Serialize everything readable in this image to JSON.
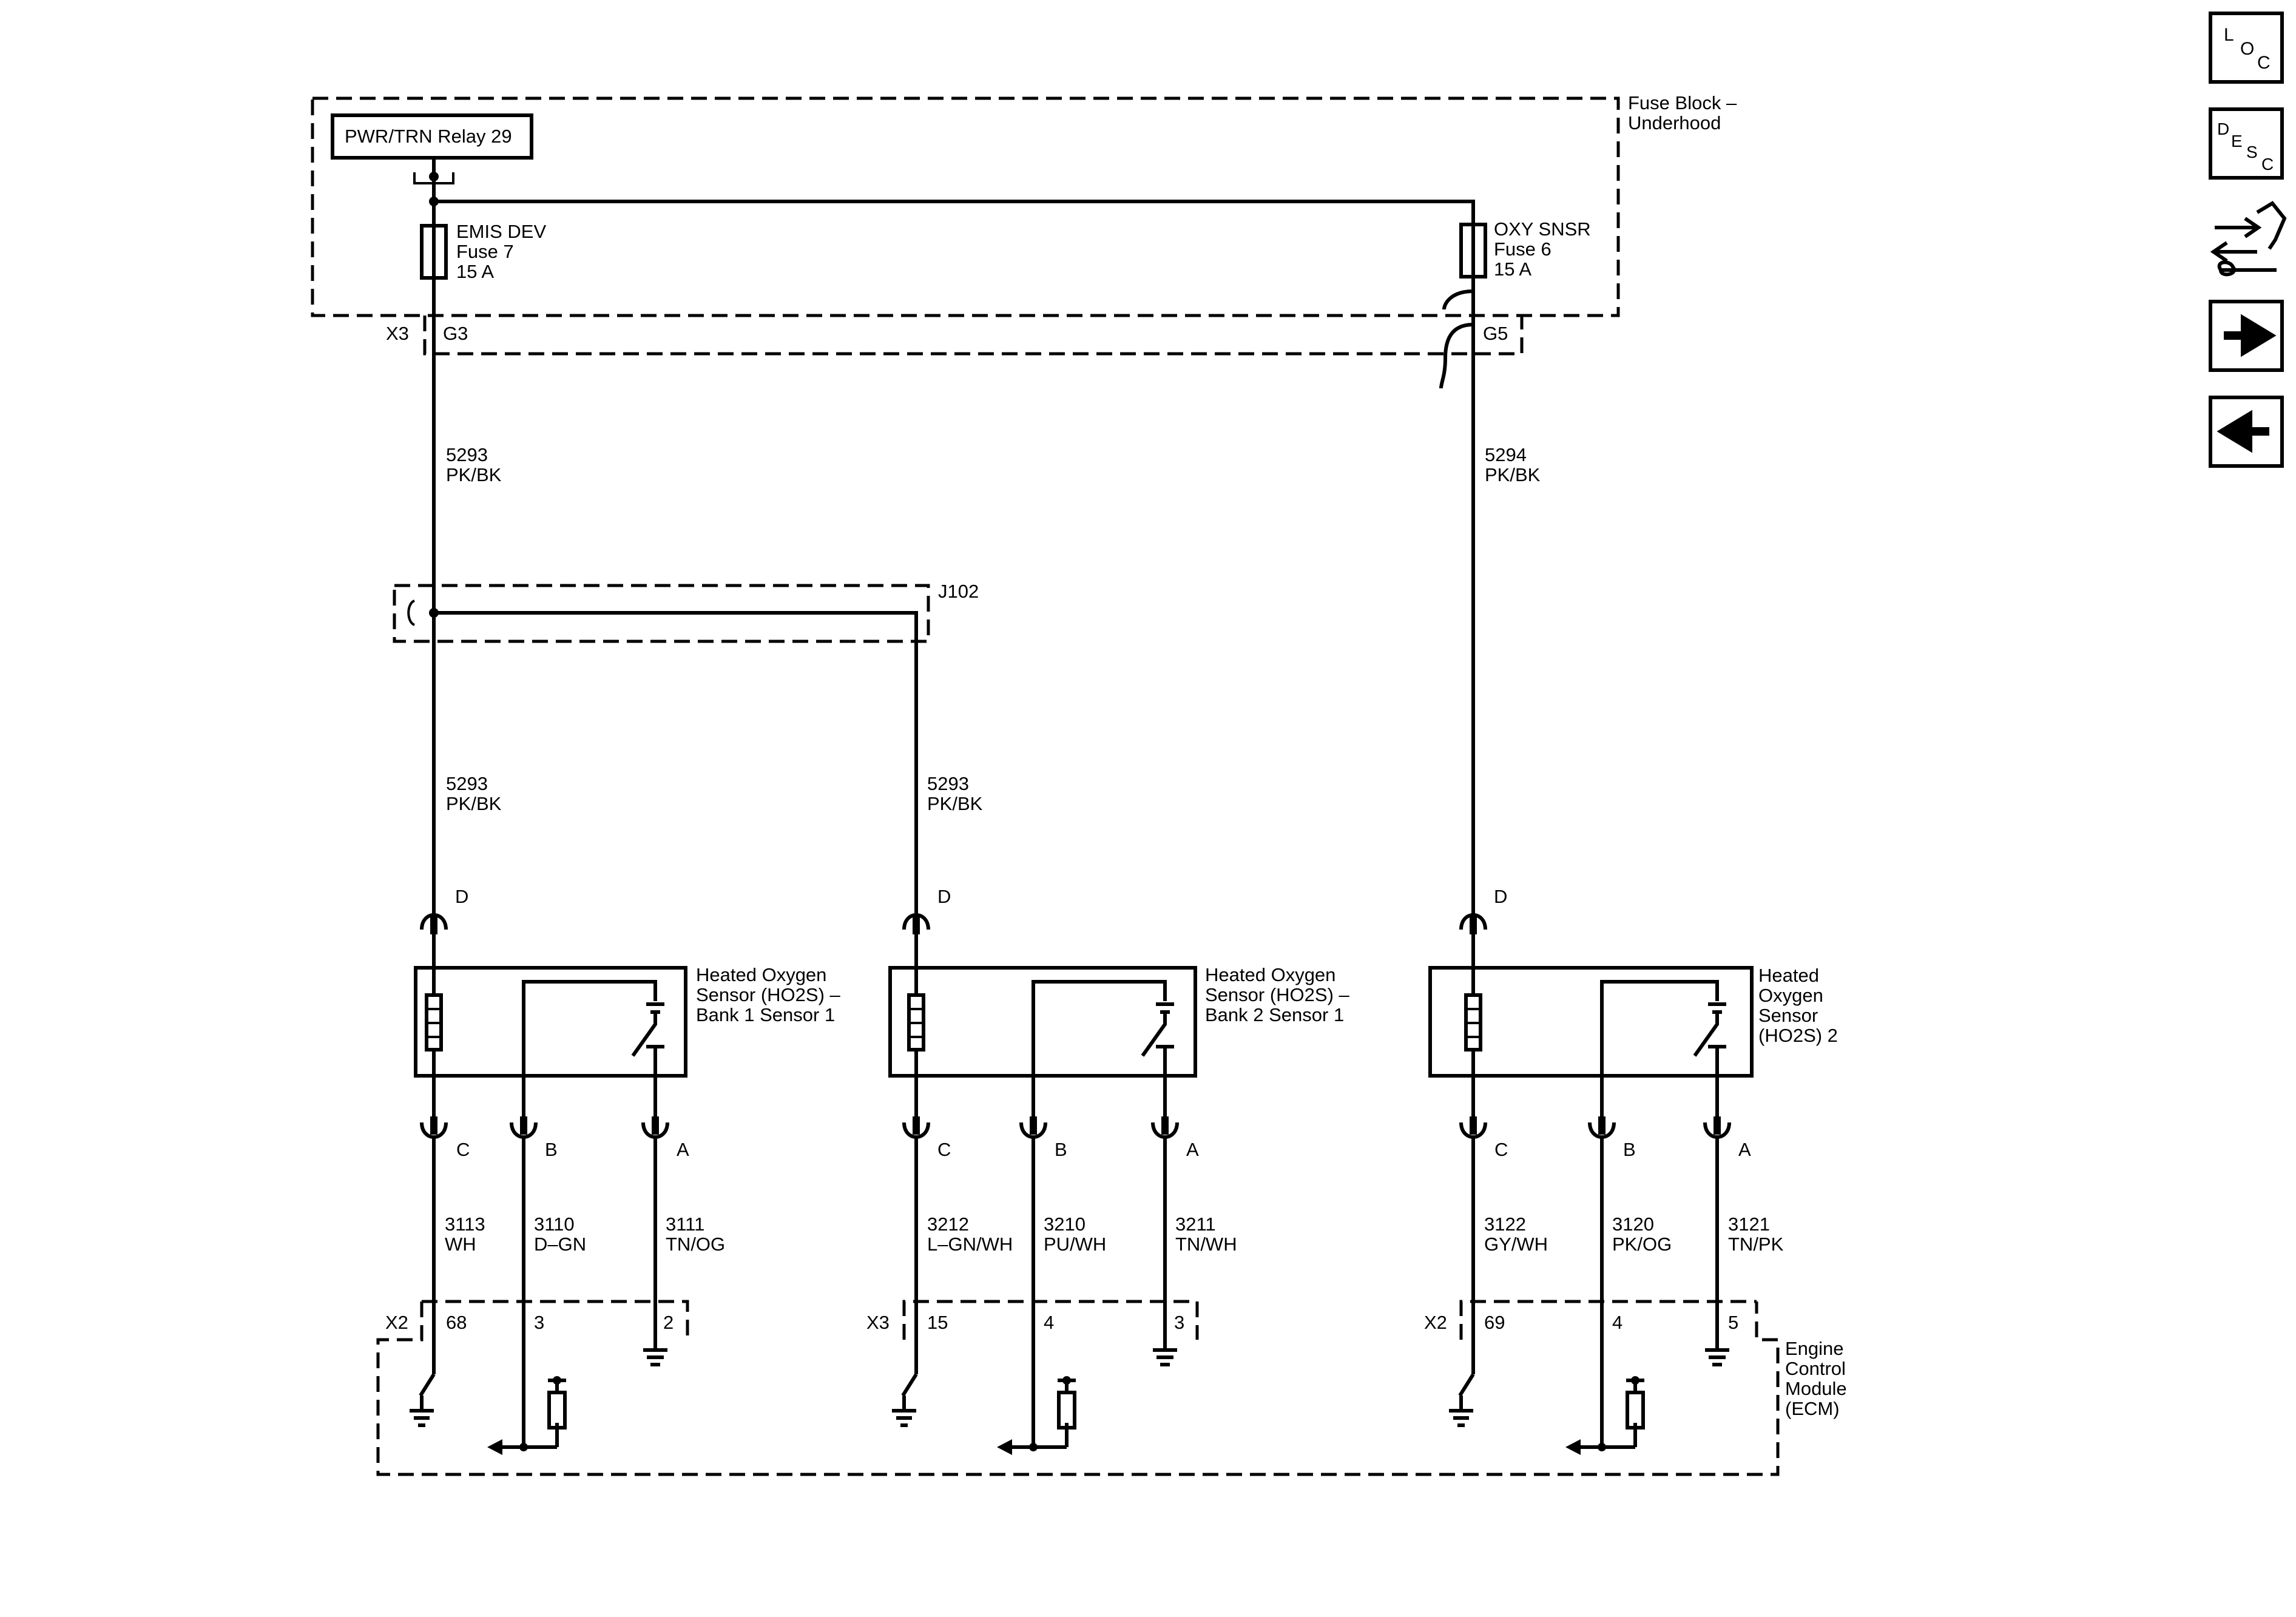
{
  "relay": {
    "label": "PWR/TRN Relay 29"
  },
  "fuse_block": {
    "line1": "Fuse Block –",
    "line2": "Underhood"
  },
  "fuses": [
    {
      "name": "EMIS DEV",
      "fuse": "Fuse 7",
      "rating": "15 A"
    },
    {
      "name": "OXY SNSR",
      "fuse": "Fuse 6",
      "rating": "15 A"
    }
  ],
  "connectors": {
    "fb_x3": "X3",
    "fb_g3": "G3",
    "fb_g5": "G5",
    "ecm_left": "X2",
    "ecm_mid": "X3",
    "ecm_right": "X2"
  },
  "splice": "J102",
  "wires_upper": [
    {
      "circuit": "5293",
      "color": "PK/BK"
    },
    {
      "circuit": "5294",
      "color": "PK/BK"
    }
  ],
  "wires_mid": [
    {
      "circuit": "5293",
      "color": "PK/BK"
    },
    {
      "circuit": "5293",
      "color": "PK/BK"
    }
  ],
  "pin_d": "D",
  "pins": {
    "c": "C",
    "b": "B",
    "a": "A"
  },
  "sensors": [
    {
      "lines": [
        "Heated Oxygen",
        "Sensor (HO2S)  –",
        "Bank 1 Sensor 1"
      ],
      "wires": [
        {
          "circuit": "3113",
          "color": "WH",
          "ecm_pin": "68"
        },
        {
          "circuit": "3110",
          "color": "D–GN",
          "ecm_pin": "3"
        },
        {
          "circuit": "3111",
          "color": "TN/OG",
          "ecm_pin": "2"
        }
      ]
    },
    {
      "lines": [
        "Heated Oxygen",
        "Sensor (HO2S)  –",
        "Bank 2 Sensor 1"
      ],
      "wires": [
        {
          "circuit": "3212",
          "color": "L–GN/WH",
          "ecm_pin": "15"
        },
        {
          "circuit": "3210",
          "color": "PU/WH",
          "ecm_pin": "4"
        },
        {
          "circuit": "3211",
          "color": "TN/WH",
          "ecm_pin": "3"
        }
      ]
    },
    {
      "lines": [
        "Heated",
        "Oxygen",
        "Sensor",
        "(HO2S) 2"
      ],
      "wires": [
        {
          "circuit": "3122",
          "color": "GY/WH",
          "ecm_pin": "69"
        },
        {
          "circuit": "3120",
          "color": "PK/OG",
          "ecm_pin": "4"
        },
        {
          "circuit": "3121",
          "color": "TN/PK",
          "ecm_pin": "5"
        }
      ]
    }
  ],
  "ecm": {
    "lines": [
      "Engine",
      "Control",
      "Module",
      "(ECM)"
    ]
  },
  "nav": {
    "loc": [
      "L",
      "O",
      "C"
    ],
    "desc": [
      "D",
      "E",
      "S",
      "C"
    ]
  }
}
